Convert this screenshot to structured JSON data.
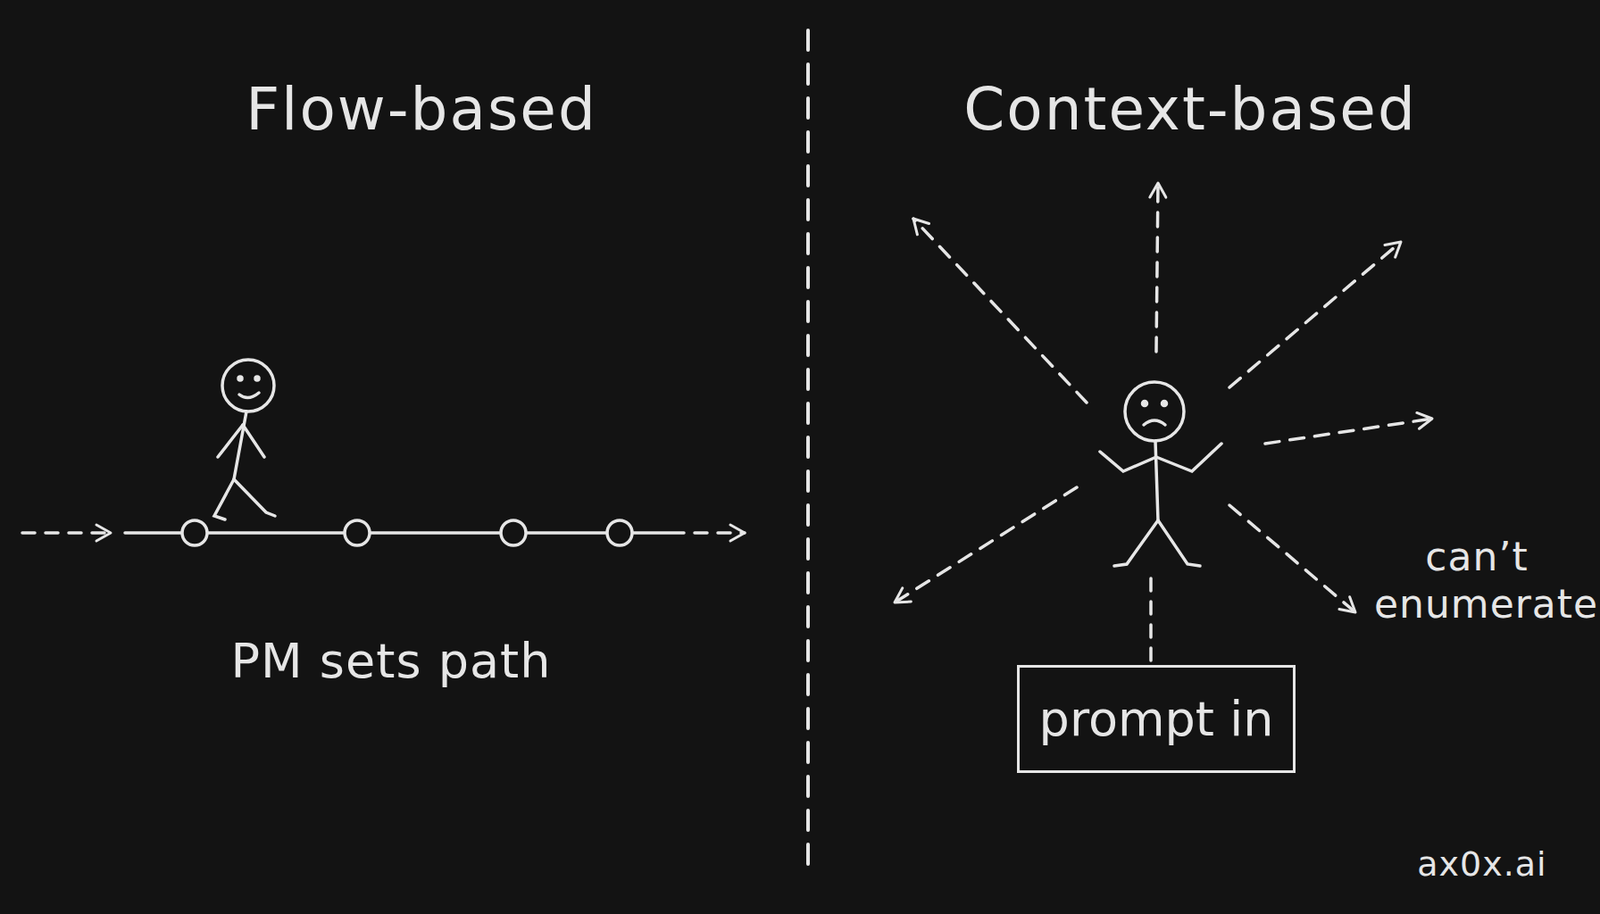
{
  "diagram": {
    "nodes": [
      {
        "text": [
          "prompt in"
        ]
      }
    ],
    "labels": [
      "Flow-based",
      "Context-based",
      "PM sets path",
      "can’t enumerate",
      "ax0x.ai"
    ]
  }
}
